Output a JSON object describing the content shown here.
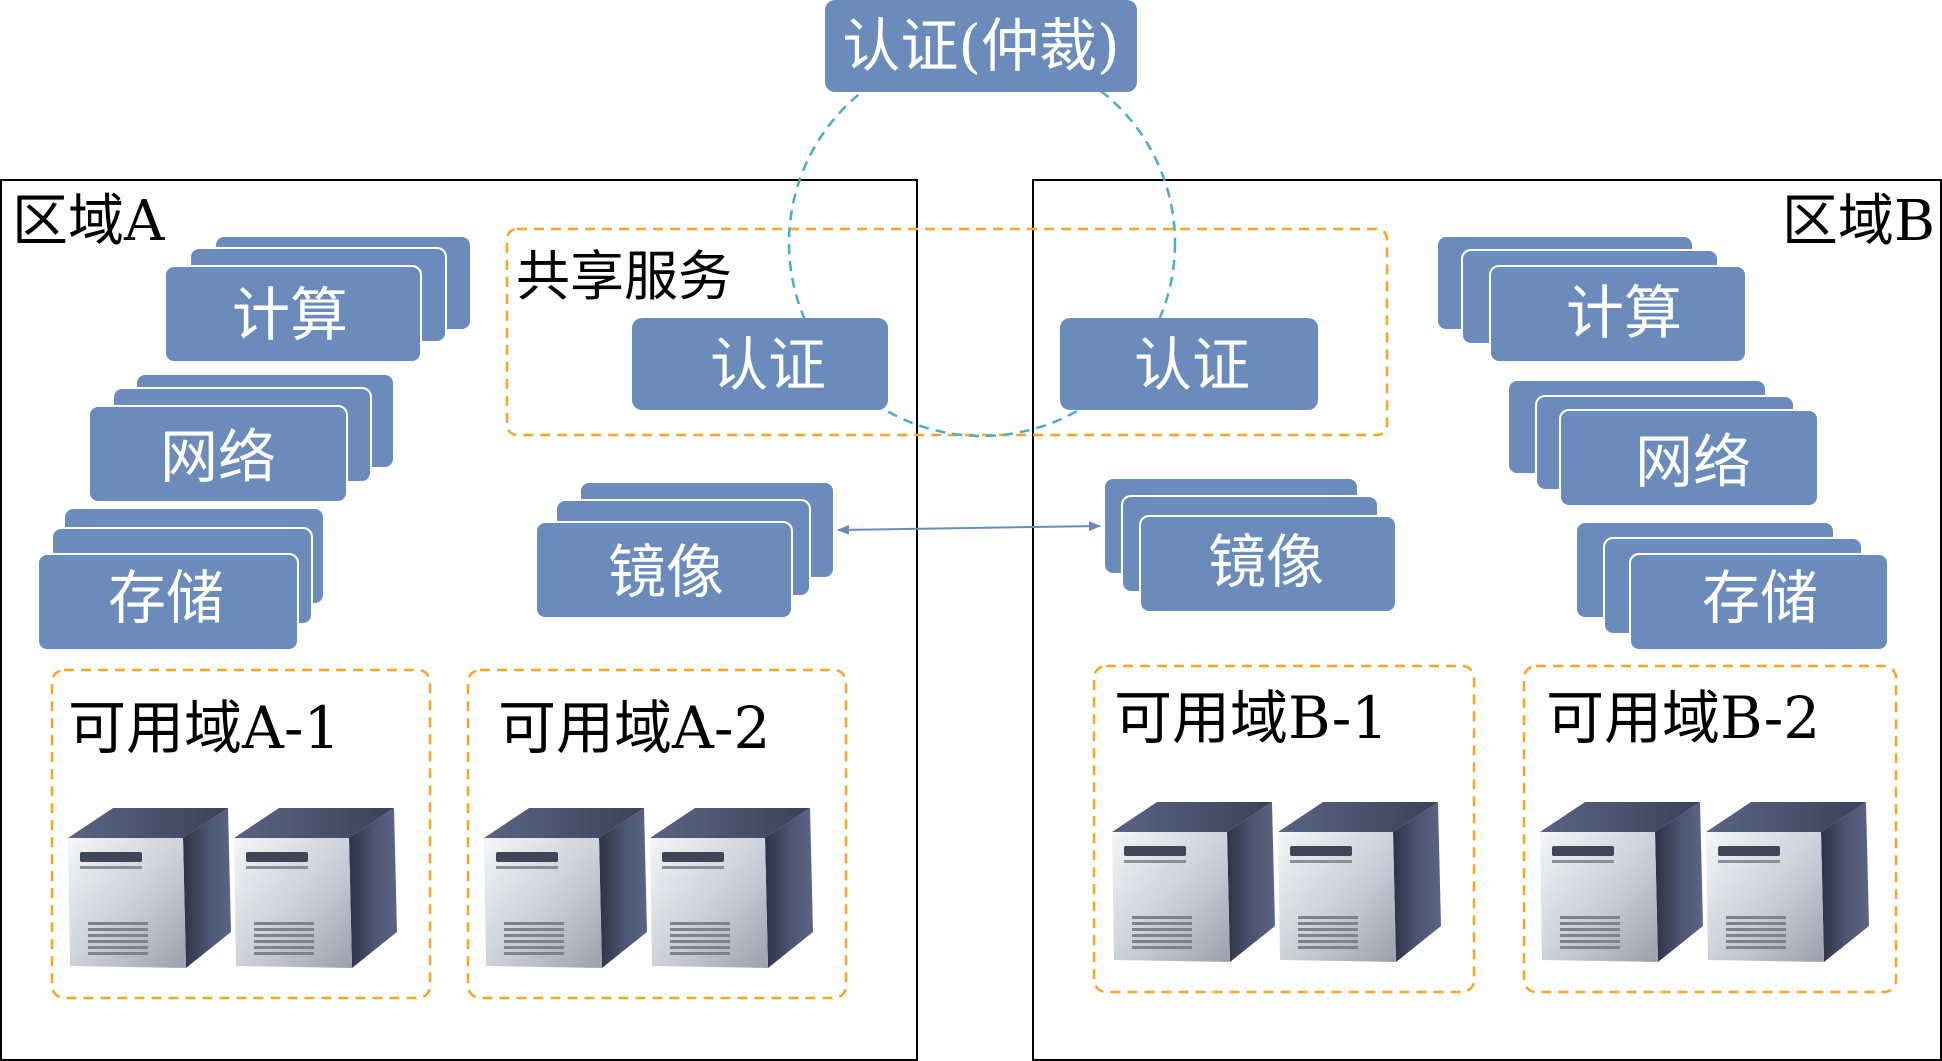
{
  "colors": {
    "box_fill": "#6B8CBA",
    "box_text": "#ffffff",
    "dashed_orange": "#F5A623",
    "dashed_teal": "#4BACC6",
    "region_border": "#000000",
    "arrow": "#6B8CBA"
  },
  "arbiter": {
    "label": "认证(仲裁)"
  },
  "shared_services": {
    "label": "共享服务",
    "auth_a": "认证",
    "auth_b": "认证"
  },
  "region_a": {
    "title": "区域A",
    "services": {
      "compute": "计算",
      "network": "网络",
      "storage": "存储",
      "mirror": "镜像"
    },
    "zones": [
      "可用域A-1",
      "可用域A-2"
    ]
  },
  "region_b": {
    "title": "区域B",
    "services": {
      "compute": "计算",
      "network": "网络",
      "storage": "存储",
      "mirror": "镜像"
    },
    "zones": [
      "可用域B-1",
      "可用域B-2"
    ]
  },
  "icons": {
    "server": "server-tower-icon"
  }
}
